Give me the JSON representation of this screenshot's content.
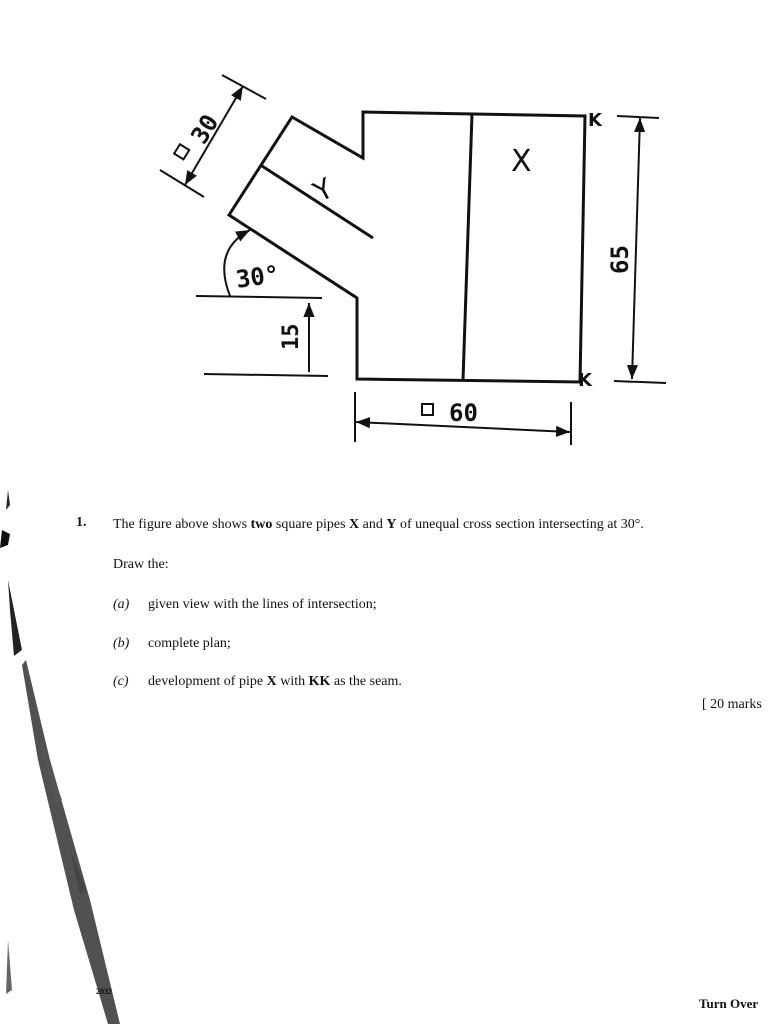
{
  "figure": {
    "label_y": "Y",
    "label_x": "X",
    "label_k_top": "K",
    "label_k_bottom": "K",
    "dim_small_square": "30",
    "dim_angle": "30°",
    "dim_offset": "15",
    "dim_height": "65",
    "dim_large_square": "60"
  },
  "question": {
    "number": "1.",
    "intro_1": "The figure above shows ",
    "intro_bold": "two",
    "intro_2": " square pipes ",
    "pipe_x": "X",
    "intro_and": " and ",
    "pipe_y": "Y",
    "intro_3": " of unequal cross section intersecting at 30°.",
    "draw_the": "Draw the:",
    "items": [
      {
        "marker": "(a)",
        "text": "given view with the lines of intersection;"
      },
      {
        "marker": "(b)",
        "text": "complete plan;"
      },
      {
        "marker": "(c)",
        "text_1": "development of pipe ",
        "bold_1": "X",
        "text_2": " with ",
        "bold_2": "KK",
        "text_3": " as the seam."
      }
    ],
    "marks": "[ 20 marks",
    "turn_over": "Turn Over",
    "page_code": "2032"
  }
}
